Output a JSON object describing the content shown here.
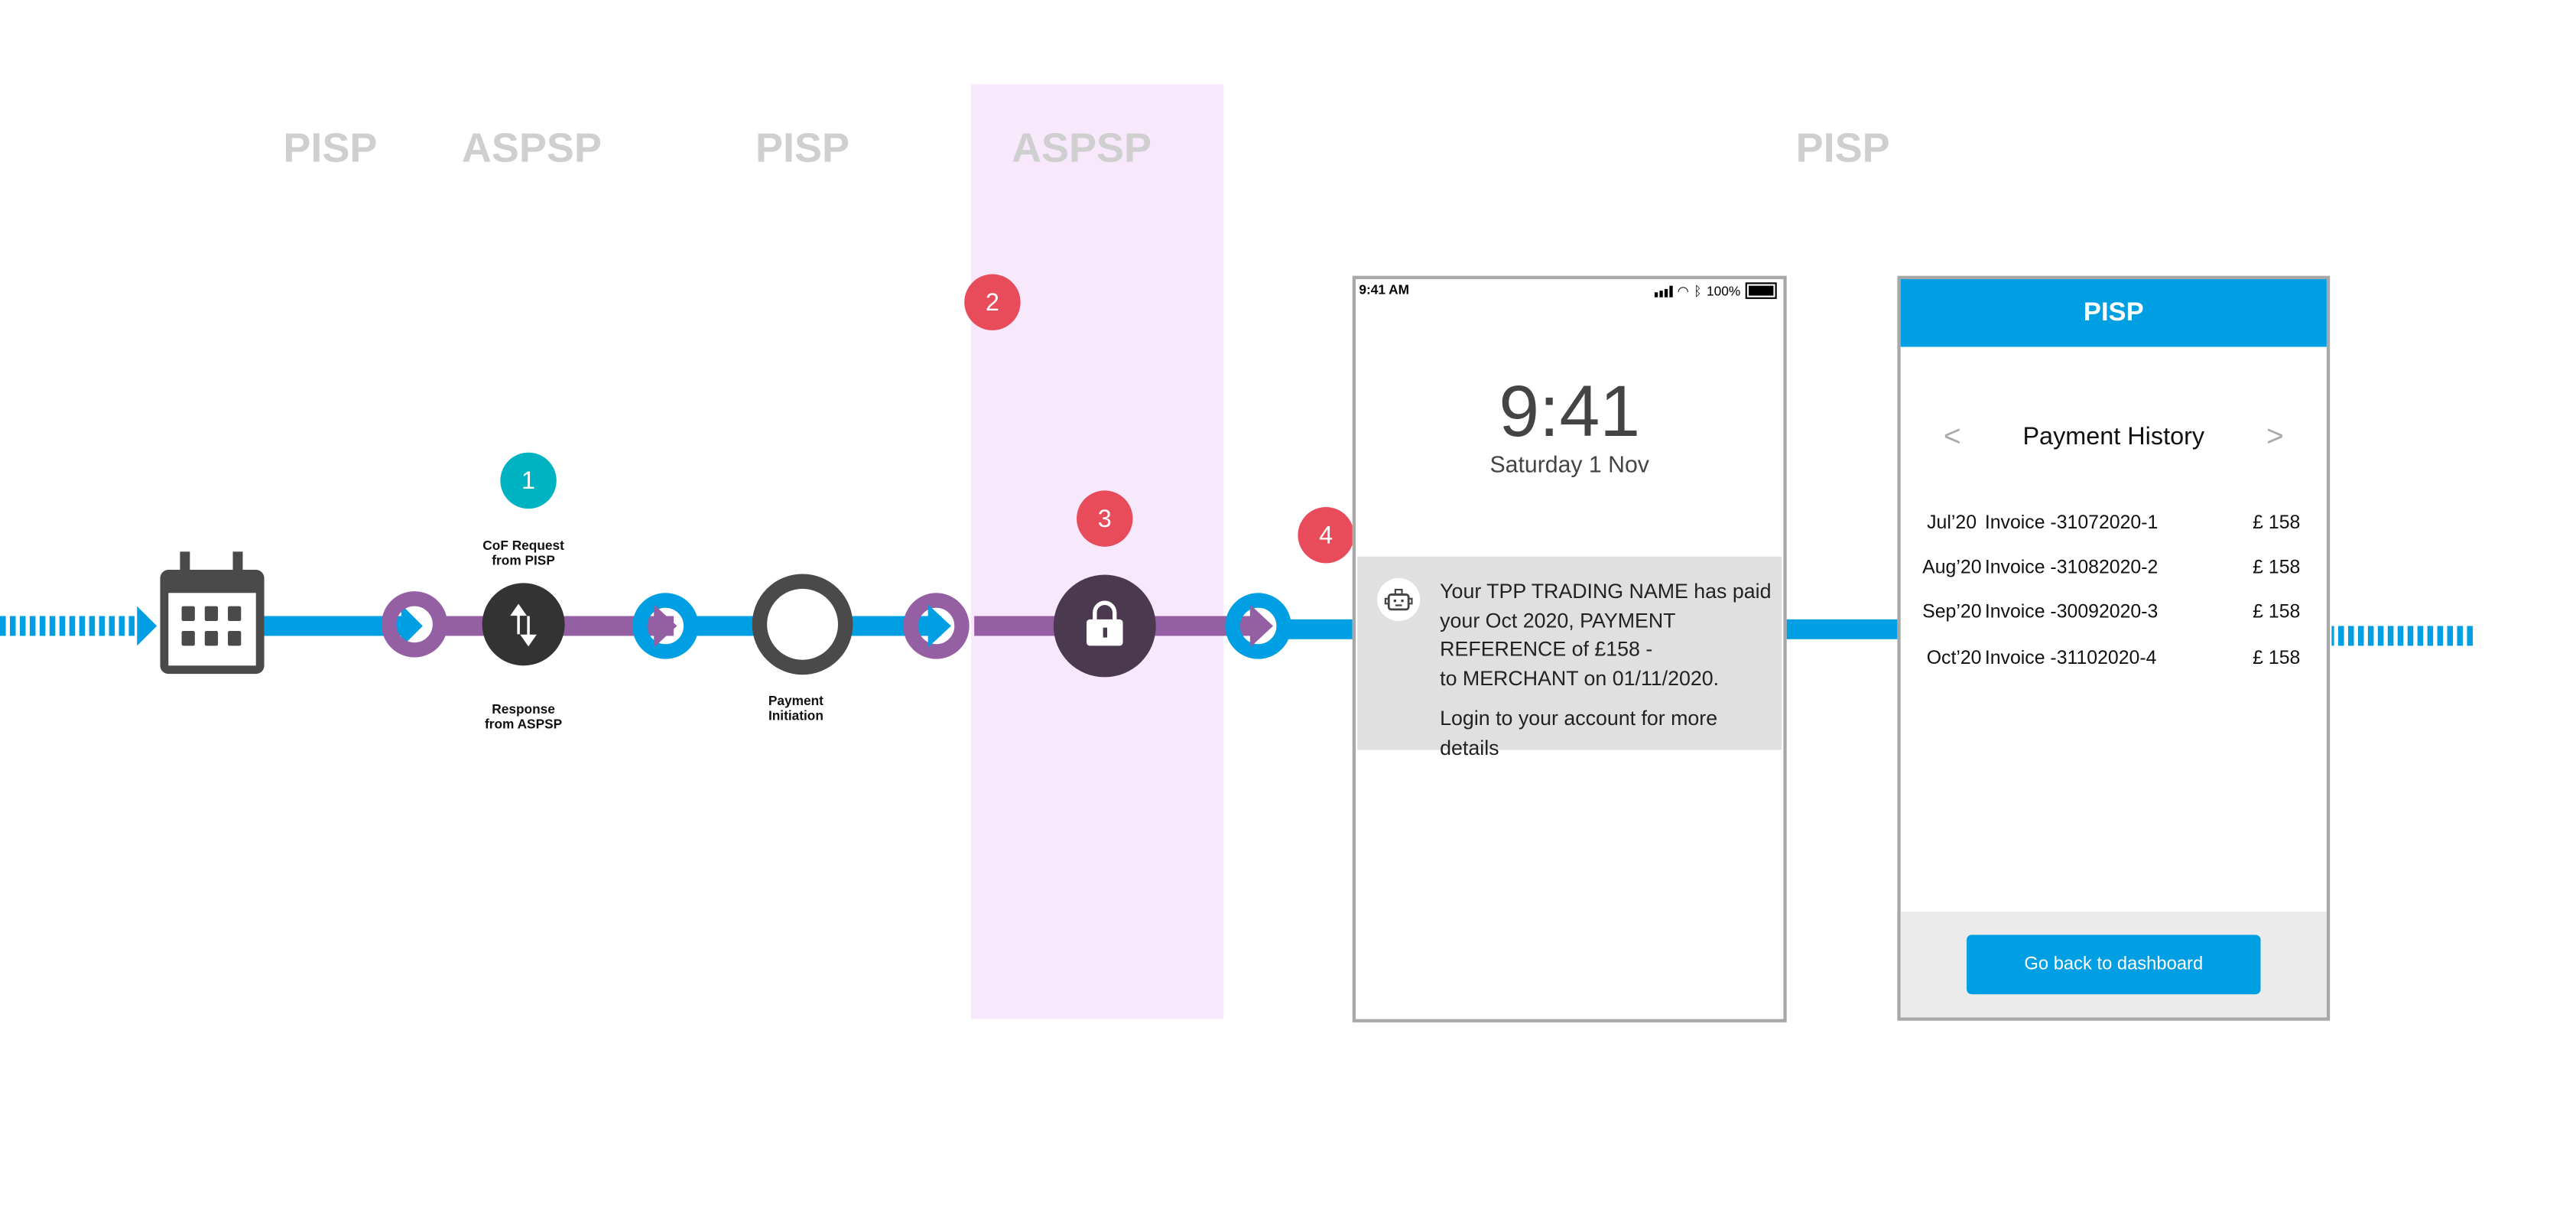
{
  "lanes": [
    "PISP",
    "ASPSP",
    "PISP",
    "ASPSP",
    "PISP"
  ],
  "badges": [
    "1",
    "2",
    "3",
    "4"
  ],
  "captions": {
    "cof_request": [
      "CoF Request",
      "from PISP"
    ],
    "response": [
      "Response",
      "from ASPSP"
    ],
    "payment_initiation": [
      "Payment",
      "Initiation"
    ]
  },
  "colors": {
    "blue": "#009fe3",
    "purple": "#9560a3",
    "dark": "#4a4a4a",
    "badge_red": "#e84c5a",
    "badge_teal": "#00b3c2",
    "aspsp_band": "#f8e8fc"
  },
  "lock_screen": {
    "status_time": "9:41 AM",
    "battery": "100%",
    "clock": "9:41",
    "date": "Saturday 1 Nov",
    "notification_lines": [
      "Your TPP TRADING NAME has paid",
      "your Oct 2020, PAYMENT",
      "REFERENCE of £158 -",
      "to MERCHANT on 01/11/2020."
    ],
    "notification_footer": "Login to your account for more details"
  },
  "pisp_app": {
    "header": "PISP",
    "title": "Payment History",
    "prev": "<",
    "next": ">",
    "rows": [
      {
        "month": "Jul’20",
        "invoice": "Invoice -31072020-1",
        "amount": "£ 158"
      },
      {
        "month": "Aug’20",
        "invoice": "Invoice -31082020-2",
        "amount": "£ 158"
      },
      {
        "month": "Sep’20",
        "invoice": "Invoice -30092020-3",
        "amount": "£ 158"
      },
      {
        "month": "Oct’20",
        "invoice": "Invoice -31102020-4",
        "amount": "£ 158"
      }
    ],
    "button": "Go back to dashboard"
  }
}
